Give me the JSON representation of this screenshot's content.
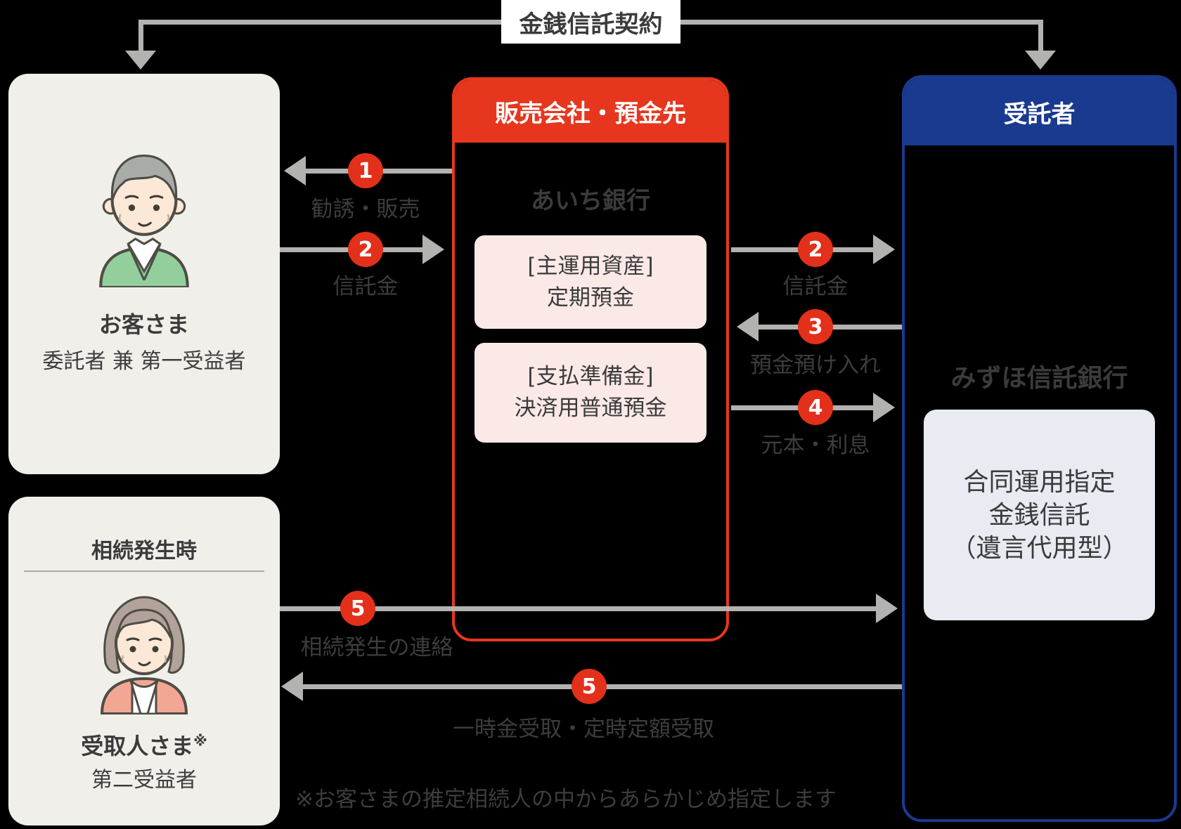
{
  "banner": {
    "label": "金銭信託契約"
  },
  "customer_box": {
    "name": "お客さま",
    "role": "委託者 兼 第一受益者"
  },
  "heir_box": {
    "heading": "相続発生時",
    "name": "受取人さま",
    "note_mark": "※",
    "role": "第二受益者"
  },
  "sales_box": {
    "header": "販売会社・預金先",
    "bank": "あいち銀行",
    "items": [
      {
        "line1": "[主運用資産]",
        "line2": "定期預金"
      },
      {
        "line1": "[支払準備金]",
        "line2": "決済用普通預金"
      }
    ]
  },
  "trustee_box": {
    "header": "受託者",
    "bank": "みずほ信託銀行",
    "product": {
      "line1": "合同運用指定",
      "line2": "金銭信託",
      "line3": "（遺言代用型）"
    }
  },
  "arrows": {
    "a1": {
      "num": "1",
      "label": "勧誘・販売"
    },
    "a2_left": {
      "num": "2",
      "label": "信託金"
    },
    "a2_right": {
      "num": "2",
      "label": "信託金"
    },
    "a3": {
      "num": "3",
      "label": "預金預け入れ"
    },
    "a4": {
      "num": "4",
      "label": "元本・利息"
    },
    "a5_notify": {
      "num": "5",
      "label": "相続発生の連絡"
    },
    "a5_receive": {
      "num": "5",
      "label": "一時金受取・定時定額受取"
    }
  },
  "footnote": {
    "text": "※お客さまの推定相続人の中からあらかじめ指定します"
  },
  "colors": {
    "background": "#000000",
    "accent_red": "#E6371E",
    "accent_blue": "#1A3A8F",
    "panel_cream": "#F1EFEA",
    "panel_pink": "#FBE9E7",
    "panel_bluegray": "#E9EBF2",
    "arrow_gray": "#B2B2B0",
    "text_dark": "#3B3B3B"
  }
}
